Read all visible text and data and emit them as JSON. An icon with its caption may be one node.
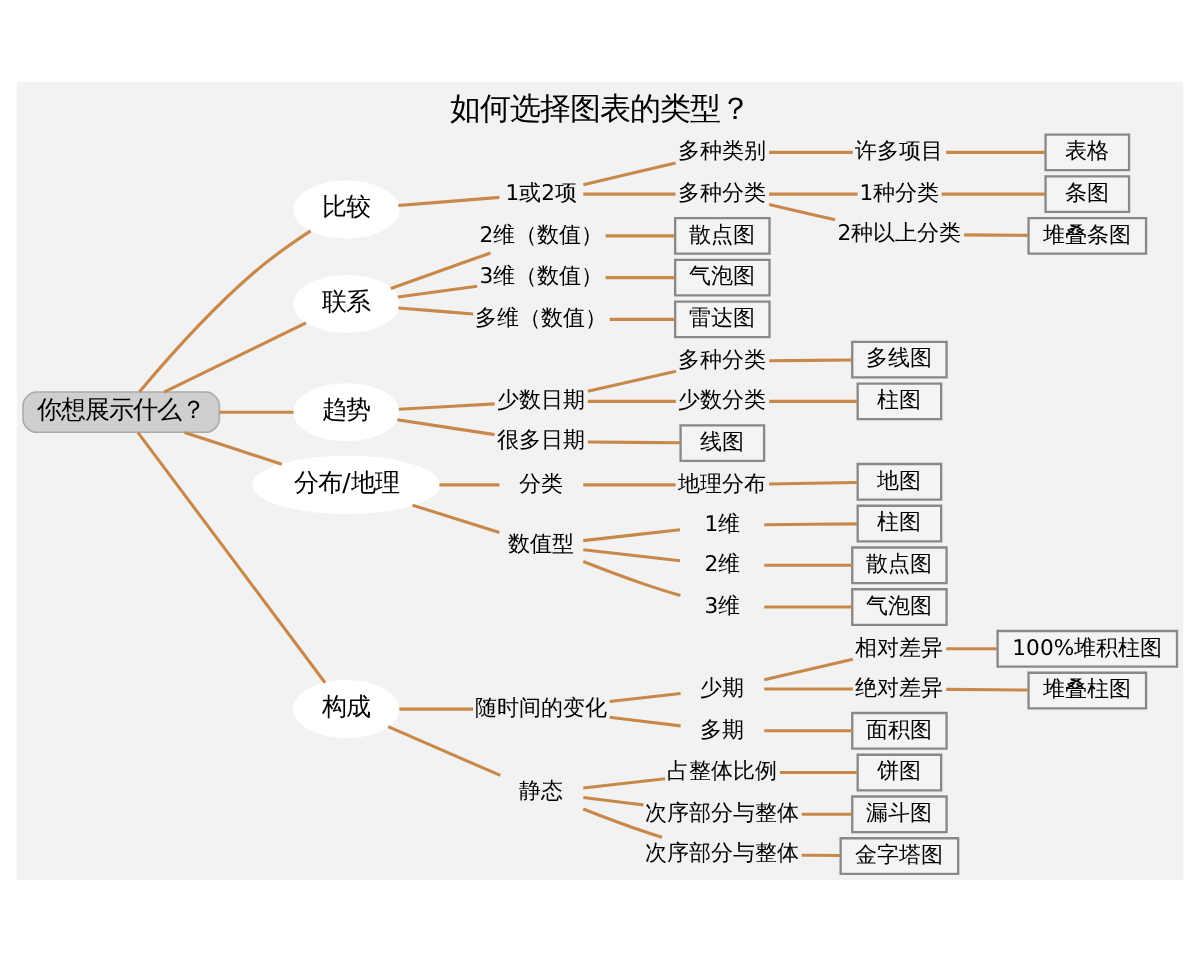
{
  "diagram": {
    "title": "如何选择图表的类型？",
    "nodes": [
      {
        "text": [
          "你想展示什么？"
        ]
      },
      {
        "text": [
          "比较"
        ]
      },
      {
        "text": [
          "联系"
        ]
      },
      {
        "text": [
          "趋势"
        ]
      },
      {
        "text": [
          "分布/地理"
        ]
      },
      {
        "text": [
          "构成"
        ]
      },
      {
        "text": [
          "1或2项"
        ]
      },
      {
        "text": [
          "多种类别"
        ]
      },
      {
        "text": [
          "多种分类"
        ]
      },
      {
        "text": [
          "许多项目"
        ]
      },
      {
        "text": [
          "1种分类"
        ]
      },
      {
        "text": [
          "2种以上分类"
        ]
      },
      {
        "text": [
          "表格"
        ]
      },
      {
        "text": [
          "条图"
        ]
      },
      {
        "text": [
          "堆叠条图"
        ]
      },
      {
        "text": [
          "2维（数值）"
        ]
      },
      {
        "text": [
          "3维（数值）"
        ]
      },
      {
        "text": [
          "多维（数值）"
        ]
      },
      {
        "text": [
          "散点图"
        ]
      },
      {
        "text": [
          "气泡图"
        ]
      },
      {
        "text": [
          "雷达图"
        ]
      },
      {
        "text": [
          "少数日期"
        ]
      },
      {
        "text": [
          "很多日期"
        ]
      },
      {
        "text": [
          "多种分类"
        ]
      },
      {
        "text": [
          "少数分类"
        ]
      },
      {
        "text": [
          "线图"
        ]
      },
      {
        "text": [
          "多线图"
        ]
      },
      {
        "text": [
          "柱图"
        ]
      },
      {
        "text": [
          "分类"
        ]
      },
      {
        "text": [
          "数值型"
        ]
      },
      {
        "text": [
          "地理分布"
        ]
      },
      {
        "text": [
          "地图"
        ]
      },
      {
        "text": [
          "1维"
        ]
      },
      {
        "text": [
          "2维"
        ]
      },
      {
        "text": [
          "3维"
        ]
      },
      {
        "text": [
          "柱图"
        ]
      },
      {
        "text": [
          "散点图"
        ]
      },
      {
        "text": [
          "气泡图"
        ]
      },
      {
        "text": [
          "随时间的变化"
        ]
      },
      {
        "text": [
          "少期"
        ]
      },
      {
        "text": [
          "多期"
        ]
      },
      {
        "text": [
          "相对差异"
        ]
      },
      {
        "text": [
          "绝对差异"
        ]
      },
      {
        "text": [
          "100%堆积柱图"
        ]
      },
      {
        "text": [
          "堆叠柱图"
        ]
      },
      {
        "text": [
          "面积图"
        ]
      },
      {
        "text": [
          "静态"
        ]
      },
      {
        "text": [
          "占整体比例"
        ]
      },
      {
        "text": [
          "次序部分与整体"
        ]
      },
      {
        "text": [
          "次序部分与整体"
        ]
      },
      {
        "text": [
          "饼图"
        ]
      },
      {
        "text": [
          "漏斗图"
        ]
      },
      {
        "text": [
          "金字塔图"
        ]
      }
    ],
    "edges": [
      {
        "from": 0,
        "to": 1,
        "arrow": "none"
      },
      {
        "from": 0,
        "to": 2,
        "arrow": "none"
      },
      {
        "from": 0,
        "to": 3,
        "arrow": "none"
      },
      {
        "from": 0,
        "to": 4,
        "arrow": "none"
      },
      {
        "from": 0,
        "to": 5,
        "arrow": "none"
      },
      {
        "from": 1,
        "to": 6,
        "arrow": "none"
      },
      {
        "from": 6,
        "to": 7,
        "arrow": "none"
      },
      {
        "from": 6,
        "to": 8,
        "arrow": "none"
      },
      {
        "from": 7,
        "to": 9,
        "arrow": "none"
      },
      {
        "from": 8,
        "to": 10,
        "arrow": "none"
      },
      {
        "from": 8,
        "to": 11,
        "arrow": "none"
      },
      {
        "from": 9,
        "to": 12,
        "arrow": "none"
      },
      {
        "from": 10,
        "to": 13,
        "arrow": "none"
      },
      {
        "from": 11,
        "to": 14,
        "arrow": "none"
      },
      {
        "from": 2,
        "to": 15,
        "arrow": "none"
      },
      {
        "from": 2,
        "to": 16,
        "arrow": "none"
      },
      {
        "from": 2,
        "to": 17,
        "arrow": "none"
      },
      {
        "from": 15,
        "to": 18,
        "arrow": "none"
      },
      {
        "from": 16,
        "to": 19,
        "arrow": "none"
      },
      {
        "from": 17,
        "to": 20,
        "arrow": "none"
      },
      {
        "from": 3,
        "to": 21,
        "arrow": "none"
      },
      {
        "from": 3,
        "to": 22,
        "arrow": "none"
      },
      {
        "from": 21,
        "to": 23,
        "arrow": "none"
      },
      {
        "from": 21,
        "to": 24,
        "arrow": "none"
      },
      {
        "from": 22,
        "to": 25,
        "arrow": "none"
      },
      {
        "from": 23,
        "to": 26,
        "arrow": "none"
      },
      {
        "from": 24,
        "to": 27,
        "arrow": "none"
      },
      {
        "from": 4,
        "to": 28,
        "arrow": "none"
      },
      {
        "from": 4,
        "to": 29,
        "arrow": "none"
      },
      {
        "from": 28,
        "to": 30,
        "arrow": "none"
      },
      {
        "from": 30,
        "to": 31,
        "arrow": "none"
      },
      {
        "from": 29,
        "to": 32,
        "arrow": "none"
      },
      {
        "from": 29,
        "to": 33,
        "arrow": "none"
      },
      {
        "from": 29,
        "to": 34,
        "arrow": "none"
      },
      {
        "from": 32,
        "to": 35,
        "arrow": "none"
      },
      {
        "from": 33,
        "to": 36,
        "arrow": "none"
      },
      {
        "from": 34,
        "to": 37,
        "arrow": "none"
      },
      {
        "from": 5,
        "to": 38,
        "arrow": "none"
      },
      {
        "from": 5,
        "to": 46,
        "arrow": "none"
      },
      {
        "from": 38,
        "to": 39,
        "arrow": "none"
      },
      {
        "from": 38,
        "to": 40,
        "arrow": "none"
      },
      {
        "from": 39,
        "to": 41,
        "arrow": "none"
      },
      {
        "from": 39,
        "to": 42,
        "arrow": "none"
      },
      {
        "from": 41,
        "to": 43,
        "arrow": "none"
      },
      {
        "from": 42,
        "to": 44,
        "arrow": "none"
      },
      {
        "from": 40,
        "to": 45,
        "arrow": "none"
      },
      {
        "from": 46,
        "to": 47,
        "arrow": "none"
      },
      {
        "from": 46,
        "to": 48,
        "arrow": "none"
      },
      {
        "from": 46,
        "to": 49,
        "arrow": "none"
      },
      {
        "from": 47,
        "to": 50,
        "arrow": "none"
      },
      {
        "from": 48,
        "to": 51,
        "arrow": "none"
      },
      {
        "from": 49,
        "to": 52,
        "arrow": "none"
      }
    ]
  }
}
